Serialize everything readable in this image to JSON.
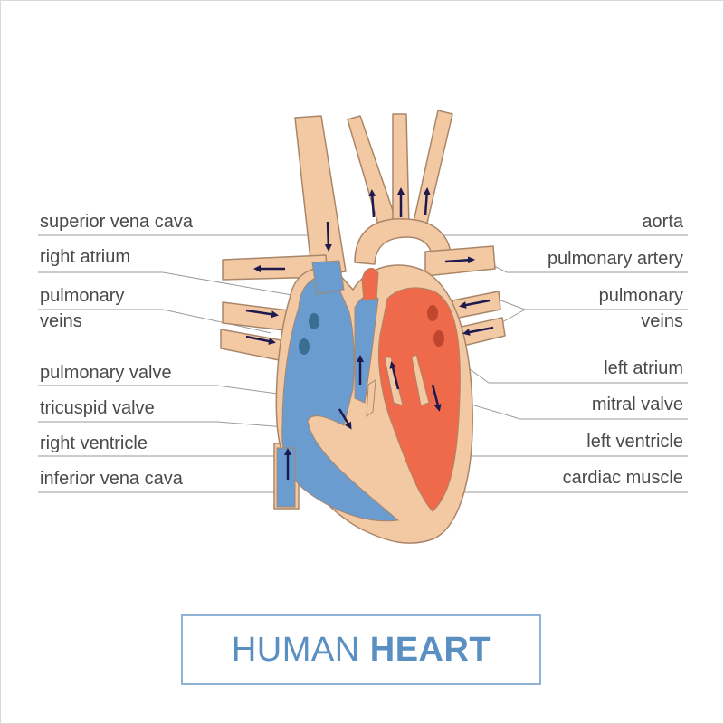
{
  "labels_left": {
    "superior_vena_cava": "superior vena cava",
    "right_atrium": "right atrium",
    "pulmonary_veins_l1": "pulmonary",
    "pulmonary_veins_l2": "veins",
    "pulmonary_valve": "pulmonary valve",
    "tricuspid_valve": "tricuspid valve",
    "right_ventricle": "right ventricle",
    "inferior_vena_cava": "inferior vena cava"
  },
  "labels_right": {
    "aorta": "aorta",
    "pulmonary_artery": "pulmonary artery",
    "pulmonary_veins_l1": "pulmonary",
    "pulmonary_veins_l2": "veins",
    "left_atrium": "left atrium",
    "mitral_valve": "mitral valve",
    "left_ventricle": "left ventricle",
    "cardiac_muscle": "cardiac muscle"
  },
  "title": {
    "part1": "HUMAN ",
    "part2": "HEART"
  },
  "colors": {
    "vessel": "#f3c9a3",
    "vessel_outline": "#a9866a",
    "deoxygenated": "#6a9cd0",
    "oxygenated": "#ee6a4a",
    "arrow": "#1e1a4f",
    "leader": "#9a9a9a",
    "title": "#5a8fc2"
  }
}
